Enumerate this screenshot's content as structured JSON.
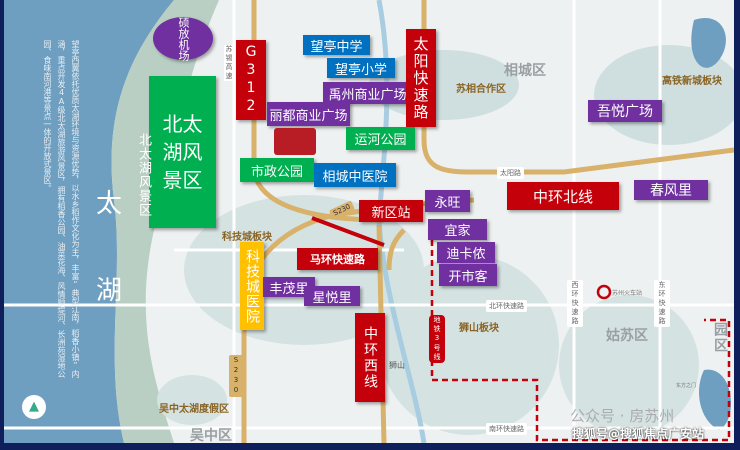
{
  "labels": {
    "airport": "硕放机场",
    "g312": "G312",
    "wangting_middle": "望亭中学",
    "wangting_primary": "望亭小学",
    "yuzhou": "禹州商业广场",
    "lidu": "丽都商业广场",
    "taiyang_expressway": "太阳快速路",
    "yunhe_park": "运河公园",
    "beitaihu": "北太湖风景区",
    "shizheng_park": "市政公园",
    "xiangcheng_tcm": "相城中医院",
    "xinqu_station": "新区站",
    "aeon": "永旺",
    "zhonghuan_north": "中环北线",
    "chunfengli": "春风里",
    "wuyue": "吾悦广场",
    "ikea": "宜家",
    "decathlon": "迪卡侬",
    "costco": "开市客",
    "mahuan": "马环快速路",
    "keji_hospital": "科技城医院",
    "fengmaoli": "丰茂里",
    "xingyueli": "星悦里",
    "zhonghuan_west": "中环西线"
  },
  "areas": {
    "xiangcheng": "相城区",
    "suxiang": "苏相合作区",
    "gaotie": "高铁新城板块",
    "taihu_1": "太",
    "taihu_2": "湖",
    "beitaihu_side": "北太湖风景区",
    "keji_block": "科技城板块",
    "wuzhong_resort": "吴中太湖度假区",
    "wuzhong": "吴中区",
    "shishan_block": "狮山板块",
    "gusu": "姑苏区",
    "yuanqu": "园区",
    "shishan": "狮山"
  },
  "roads": {
    "suxi": "苏锡高速",
    "taiyang_rd": "太阳路",
    "s230_a": "S230",
    "s230_b": "S230",
    "beihuan": "北环快速路",
    "nanhuan": "南环快速路",
    "xihuan": "西环快速路",
    "donghuan": "东环快速路",
    "metro3": "地铁3号线"
  },
  "landmarks": {
    "station": "苏州火车站",
    "dongfang": "东方之门"
  },
  "intro": "望亭西翼依托优质太湖环境与资源优势，以水乡稻作文化为主，丰富“典型江南，稻香小镇”内涵，重点开发4A级北太湖旅游风景区，拥有稻香公园、油菜花海、风情顺堤河、长洲苑湿地公园、食味南河港等景点一体的开放式景区。",
  "watermark": {
    "line1": "公众号 · 房苏州",
    "line2": "搜狐号@搜狐焦点广安站"
  },
  "colors": {
    "red": "#c4000b",
    "purple": "#7030a0",
    "blue": "#0070c0",
    "green": "#00b050",
    "yellow": "#ffc000"
  }
}
